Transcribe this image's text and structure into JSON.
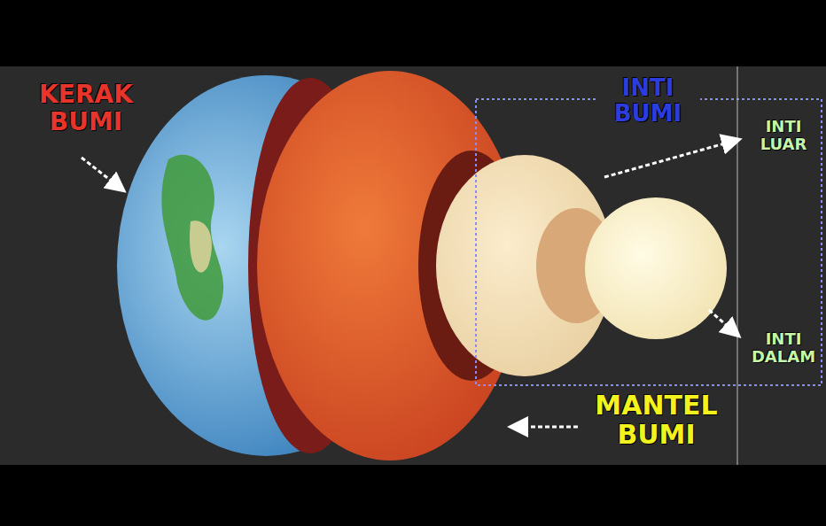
{
  "diagram": {
    "labels": [
      "KERAK BUMI",
      "INTI BUMI",
      "INTI LUAR",
      "INTI DALAM",
      "MANTEL BUMI"
    ]
  }
}
